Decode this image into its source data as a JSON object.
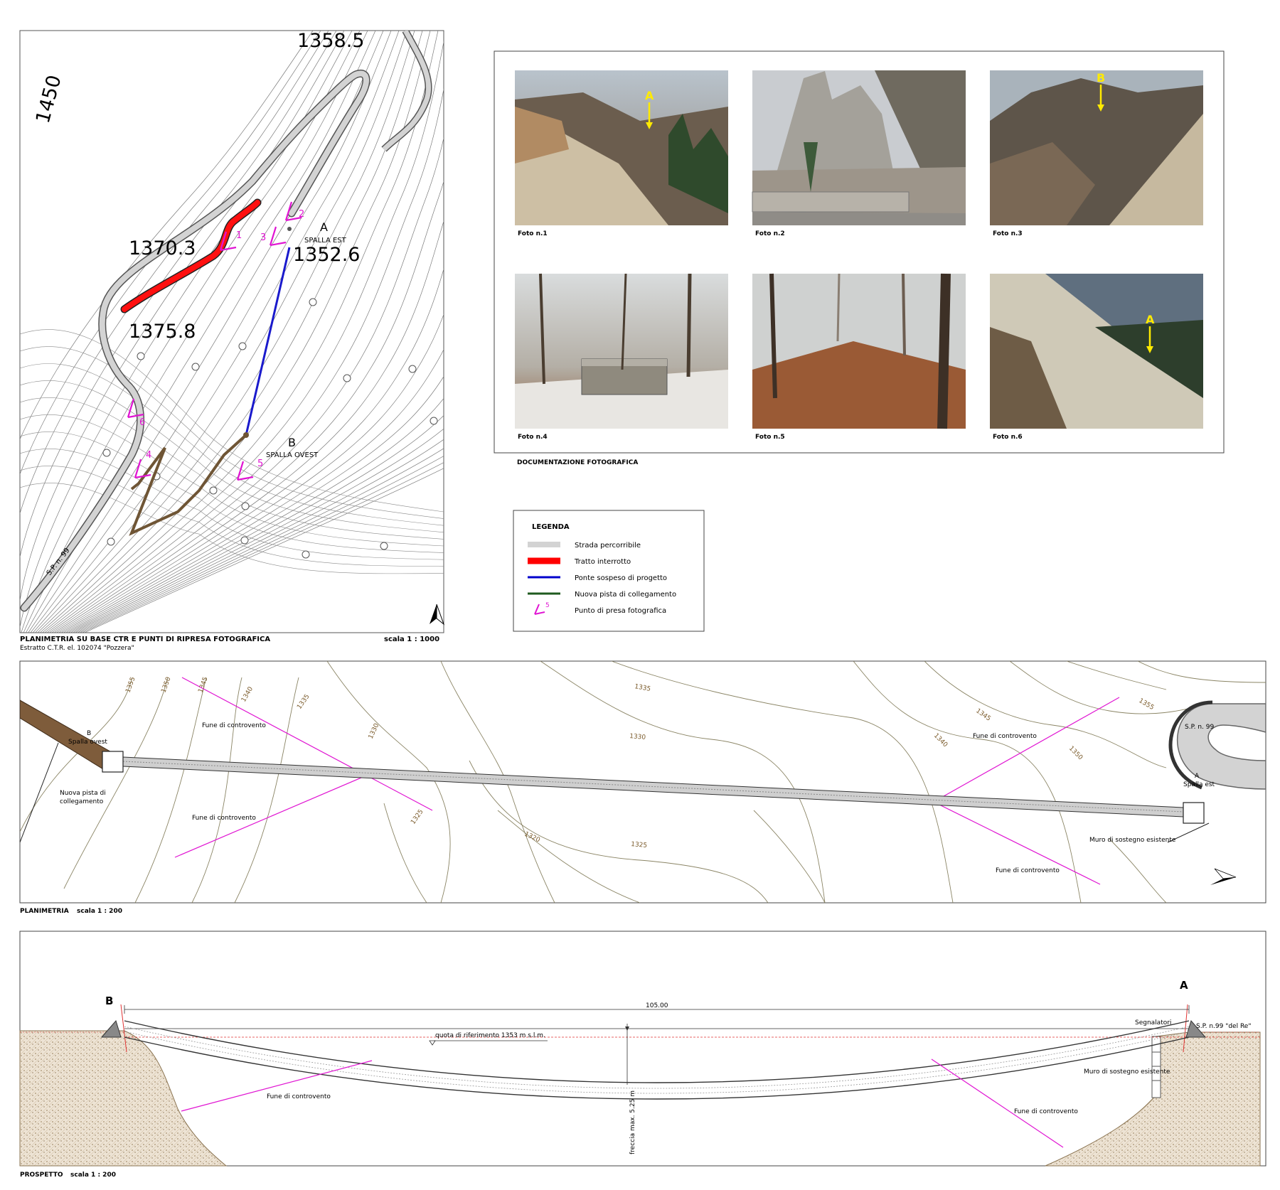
{
  "plan_map": {
    "elevations": {
      "e1450": "1450",
      "e1358": "1358.5",
      "e1370": "1370.3",
      "e1352": "1352.6",
      "e1375": "1375.8"
    },
    "point_a": "A",
    "spalla_est": "SPALLA EST",
    "point_b": "B",
    "spalla_ovest": "SPALLA OVEST",
    "road_label": "S.P. n. 99",
    "photo_points": [
      "1",
      "2",
      "3",
      "4",
      "5",
      "6"
    ],
    "north_arrow": "north-arrow-icon",
    "caption_title": "PLANIMETRIA SU BASE CTR  E PUNTI DI RIPRESA FOTOGRAFICA",
    "caption_sub": "Estratto C.T.R.  el. 102074 \"Pozzera\"",
    "scale": "scala 1 : 1000"
  },
  "photos": {
    "items": [
      {
        "caption": "Foto n.1",
        "marker": "A"
      },
      {
        "caption": "Foto n.2",
        "marker": ""
      },
      {
        "caption": "Foto n.3",
        "marker": "B"
      },
      {
        "caption": "Foto n.4",
        "marker": ""
      },
      {
        "caption": "Foto n.5",
        "marker": ""
      },
      {
        "caption": "Foto n.6",
        "marker": "A"
      }
    ],
    "section_title": "DOCUMENTAZIONE FOTOGRAFICA"
  },
  "legend": {
    "title": "LEGENDA",
    "items": [
      {
        "label": "Strada percorribile",
        "color": "#d3d3d3"
      },
      {
        "label": "Tratto interrotto",
        "color": "#ff0000"
      },
      {
        "label": "Ponte sospeso di progetto",
        "color": "#0000cc"
      },
      {
        "label": "Nuova pista di collegamento",
        "color": "#1f5a1f"
      },
      {
        "label": "Punto di presa fotografica",
        "color": "#e014d2",
        "marker": "5"
      }
    ]
  },
  "planimetria": {
    "b_label": "B",
    "spalla_ovest": "Spalla ovest",
    "nuova_pista_1": "Nuova pista di",
    "nuova_pista_2": "collegamento",
    "fune_1": "Fune di controvento",
    "fune_2": "Fune di controvento",
    "fune_3": "Fune di controvento",
    "fune_4": "Fune di controvento",
    "sp99": "S.P. n. 99",
    "a_label": "A",
    "spalla_est": "Spalla est",
    "muro": "Muro di sostegno esistente",
    "contours": [
      "1355",
      "1350",
      "1345",
      "1340",
      "1335",
      "1330",
      "1325",
      "1320",
      "1325",
      "1330",
      "1335",
      "1340",
      "1345",
      "1350",
      "1355"
    ],
    "caption": "PLANIMETRIA",
    "scale": "scala 1 : 200"
  },
  "prospetto": {
    "b_label": "B",
    "a_label": "A",
    "span": "105.00",
    "quota": "quota di riferimento 1353 m s.l.m.",
    "segnalatori": "Segnalatori",
    "sp99": "S.P. n.99 \"del Re\"",
    "muro": "Muro di sostegno esistente",
    "fune_1": "Fune di controvento",
    "fune_2": "Fune di controvento",
    "freccia": "freccia max. 5.25 m",
    "caption": "PROSPETTO",
    "scale": "scala 1 : 200"
  }
}
